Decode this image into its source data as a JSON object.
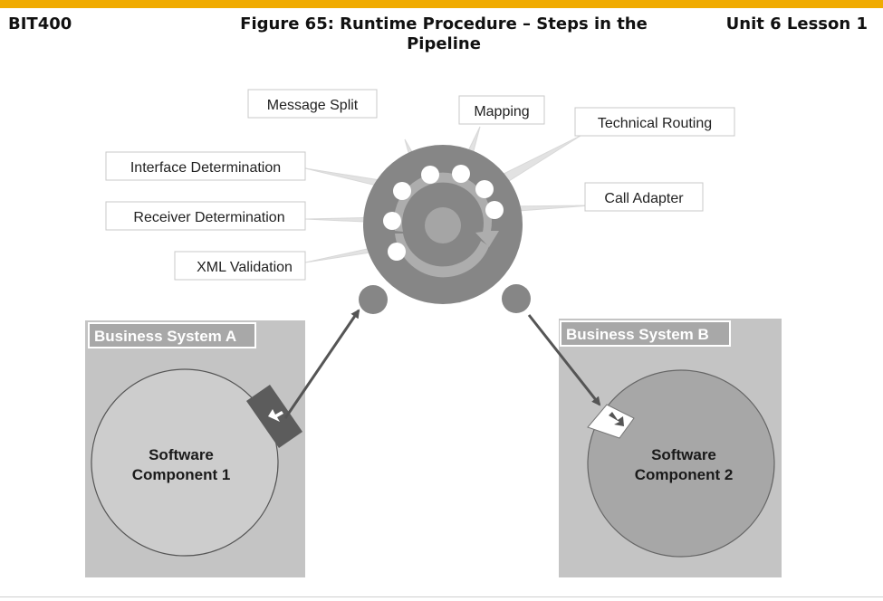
{
  "header": {
    "course": "BIT400",
    "figure_title": "Figure 65: Runtime Procedure – Steps in the Pipeline",
    "unit": "Unit 6 Lesson 1"
  },
  "pipeline_steps": {
    "message_split": "Message Split",
    "mapping": "Mapping",
    "technical_routing": "Technical Routing",
    "interface_determination": "Interface Determination",
    "call_adapter": "Call Adapter",
    "receiver_determination": "Receiver Determination",
    "xml_validation": "XML Validation"
  },
  "systems": {
    "system_a": {
      "label": "Business System A",
      "component_line1": "Software",
      "component_line2": "Component 1"
    },
    "system_b": {
      "label": "Business System B",
      "component_line1": "Software",
      "component_line2": "Component 2"
    }
  }
}
